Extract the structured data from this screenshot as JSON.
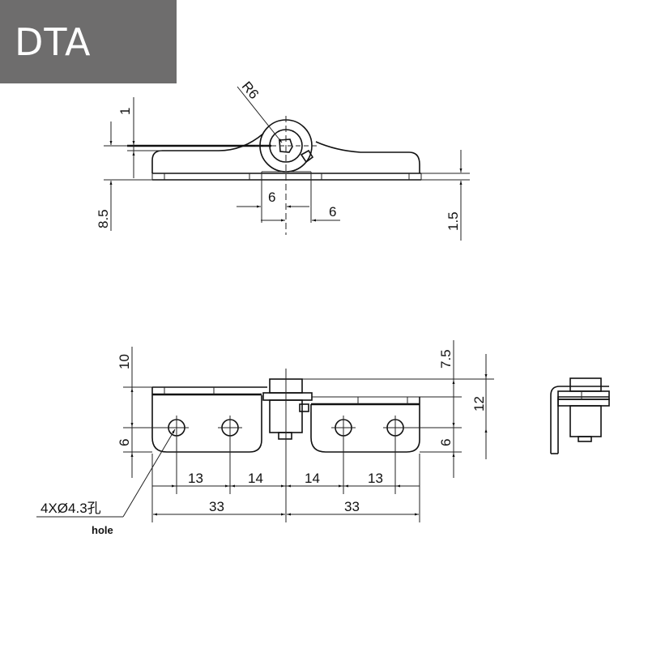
{
  "badge": {
    "label": "DTA",
    "background": "#6e6d6d",
    "text_color": "#ffffff"
  },
  "top_view": {
    "radius_label": "R6",
    "dims": {
      "top_thickness": "1",
      "overall_height": "8.5",
      "pin_offset_left": "6",
      "pin_offset_right": "6",
      "plate_thickness": "1.5"
    }
  },
  "front_view": {
    "dims": {
      "left_top_offset": "10",
      "left_hole_to_edge": "6",
      "right_top_offset": "7.5",
      "right_hole_to_edge": "6",
      "right_total": "12",
      "seg_13_left": "13",
      "seg_14_left": "14",
      "seg_14_right": "14",
      "seg_13_right": "13",
      "half_left": "33",
      "half_right": "33"
    },
    "callout": {
      "text": "4XØ4.3孔",
      "subtext": "hole"
    }
  },
  "side_view": {
    "label": ""
  }
}
